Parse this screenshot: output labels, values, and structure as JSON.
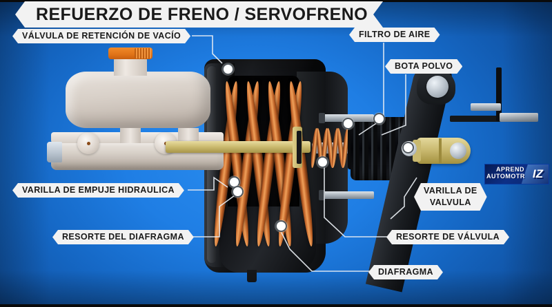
{
  "title": "REFUERZO DE FRENO / SERVOFRENO",
  "colors": {
    "background_blue": "#1f7ee4",
    "background_blue_dark": "#0f4f9e",
    "label_background": "#f2f2f2",
    "label_text": "#1a1a1a",
    "copper_spring": "#c2652a",
    "pushrod_gold": "#cdbd73",
    "cap_orange": "#e07318",
    "housing_dark": "#15171a",
    "logo_blue": "#0d2f86"
  },
  "labels": [
    {
      "id": "valvula-retencion-vacio",
      "text": "VÁLVULA DE RETENCIÓN DE VACÍO",
      "lines": [
        "VÁLVULA DE RETENCIÓN DE VACÍO"
      ]
    },
    {
      "id": "filtro-de-aire",
      "text": "FILTRO DE AIRE",
      "lines": [
        "FILTRO DE AIRE"
      ]
    },
    {
      "id": "bota-polvo",
      "text": "BOTA POLVO",
      "lines": [
        "BOTA POLVO"
      ]
    },
    {
      "id": "varilla-empuje-hidraulica",
      "text": "VARILLA DE EMPUJE HIDRAULICA",
      "lines": [
        "VARILLA DE EMPUJE HIDRAULICA"
      ]
    },
    {
      "id": "resorte-del-diafragma",
      "text": "RESORTE DEL DIAFRAGMA",
      "lines": [
        "RESORTE DEL DIAFRAGMA"
      ]
    },
    {
      "id": "varilla-de-valvula",
      "text": "VARILLA DE VALVULA",
      "lines": [
        "VARILLA DE",
        "VALVULA"
      ]
    },
    {
      "id": "resorte-de-valvula",
      "text": "RESORTE DE VÁLVULA",
      "lines": [
        "RESORTE DE VÁLVULA"
      ]
    },
    {
      "id": "diafragma",
      "text": "DIAFRAGMA",
      "lines": [
        "DIAFRAGMA"
      ]
    }
  ],
  "logo": {
    "line1": "APREND",
    "line2": "AUTOMOTR",
    "line3": "IZ",
    "full": "APRENDE AUTOMOTRIZ"
  },
  "parts": [
    {
      "id": "master-cylinder",
      "name": "Cilindro maestro"
    },
    {
      "id": "reservoir-cap",
      "name": "Tapa de depósito"
    },
    {
      "id": "booster-housing",
      "name": "Carcasa del servofreno"
    },
    {
      "id": "diaphragm-spring",
      "name": "Resorte del diafragma"
    },
    {
      "id": "valve-spring",
      "name": "Resorte de válvula"
    },
    {
      "id": "dust-boot",
      "name": "Bota de polvo"
    },
    {
      "id": "pedal-arm",
      "name": "Brazo del pedal"
    },
    {
      "id": "clevis",
      "name": "Horquilla de varilla"
    }
  ]
}
